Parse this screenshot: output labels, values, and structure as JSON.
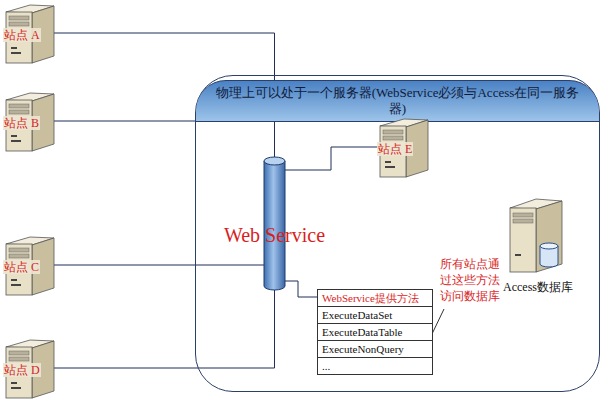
{
  "diagram": {
    "nodes": [
      {
        "text": [
          "站点 A"
        ]
      },
      {
        "text": [
          "站点 B"
        ]
      },
      {
        "text": [
          "站点 C"
        ]
      },
      {
        "text": [
          "站点 D"
        ]
      },
      {
        "text": [
          "物理上可以处于一个服务器(WebService必须与Access在同一服务器)"
        ]
      },
      {
        "text": [
          "站点 E"
        ],
        "in": 4
      },
      {
        "text": [
          "Web Service"
        ],
        "in": 4
      },
      {
        "text": [
          "Access数据库"
        ],
        "in": 4
      },
      {
        "text": [
          "WebService提供方法",
          "ExecuteDataSet",
          "ExecuteDataTable",
          "ExecuteNonQuery",
          "..."
        ],
        "in": 4
      }
    ],
    "edges": [
      {
        "from": 0,
        "to": 6,
        "arrow": "none"
      },
      {
        "from": 1,
        "to": 6,
        "arrow": "none"
      },
      {
        "from": 2,
        "to": 6,
        "arrow": "none"
      },
      {
        "from": 3,
        "to": 6,
        "arrow": "none"
      },
      {
        "from": 6,
        "to": 5,
        "arrow": "none"
      },
      {
        "from": 6,
        "to": 8,
        "arrow": "none"
      }
    ],
    "labels": [
      "所有站点通过这些方法访问数据库"
    ]
  }
}
